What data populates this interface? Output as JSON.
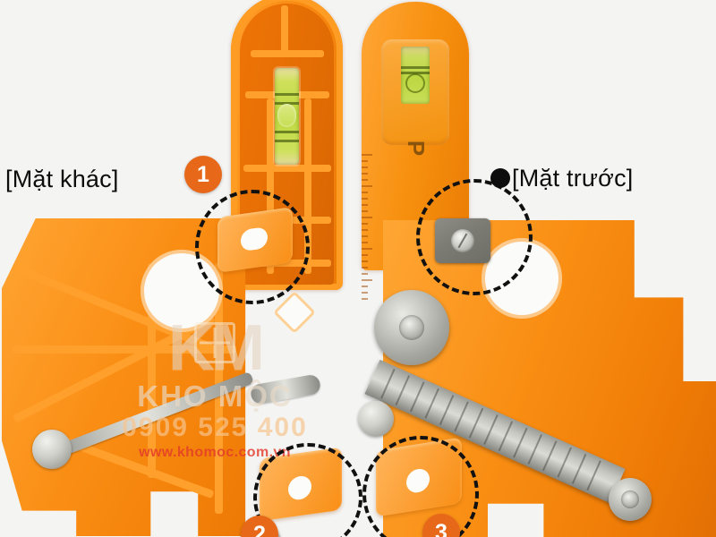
{
  "image": {
    "title": "Orange plastic scribing / marking level tool - two sides comparison",
    "background_color": "#f4f4f3"
  },
  "labels": {
    "left": {
      "text": "[Mặt khác]",
      "meaning": "Other side",
      "bullet": false
    },
    "right": {
      "text": "[Mặt trước]",
      "meaning": "Front side",
      "bullet": true,
      "bullet_glyph": "●"
    }
  },
  "badges": [
    {
      "id": "badge-1",
      "number": "1",
      "color": "#e8681a",
      "text_color": "#ffffff"
    },
    {
      "id": "badge-2",
      "number": "2",
      "color": "#e8681a",
      "text_color": "#ffffff"
    },
    {
      "id": "badge-3",
      "number": "3",
      "color": "#e8681a",
      "text_color": "#ffffff"
    }
  ],
  "annotations": {
    "style": "dashed-circle",
    "stroke_color": "#111111",
    "count": 4
  },
  "tool": {
    "body_color": "#f98e13",
    "body_color_dark": "#e06f04",
    "body_color_light": "#ffa636",
    "level_vial_color": "#bcd842",
    "metal_color": "#c3c3bd",
    "engraved_letter": "P"
  },
  "watermark": {
    "monogram": "KM",
    "brand": "KHO MỘC",
    "phone": "0909 525 400",
    "website": "www.khomoc.com.vn",
    "brand_color": "#eadbc8",
    "phone_color": "#f6c58f",
    "url_color": "#e43b2a"
  }
}
